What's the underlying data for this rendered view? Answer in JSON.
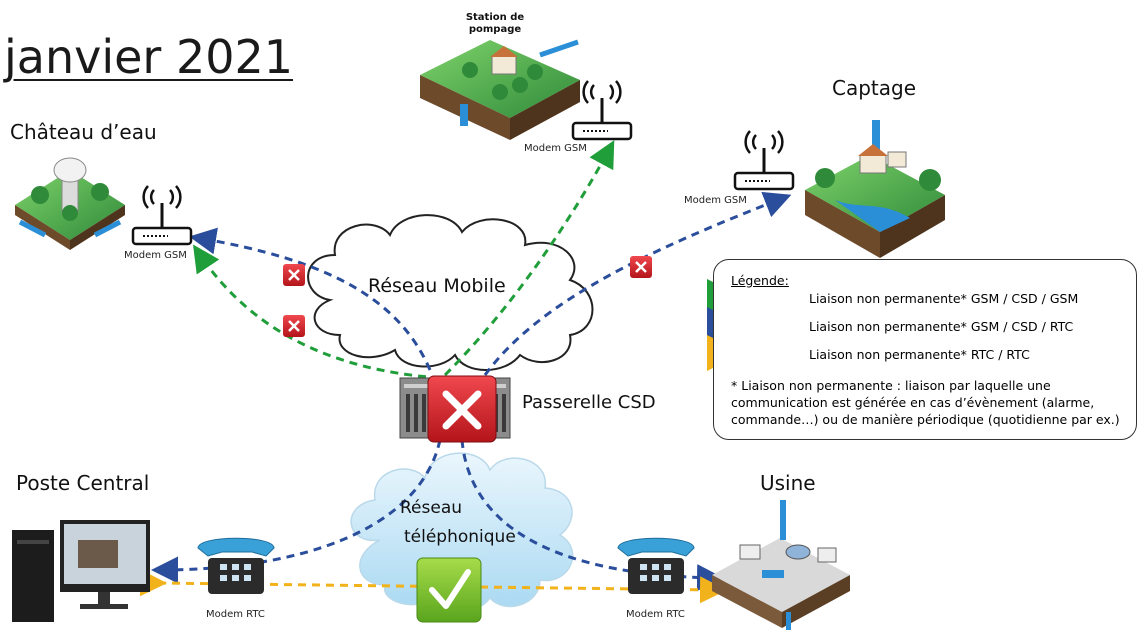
{
  "title": "janvier 2021",
  "sites": {
    "chateau": "Château d’eau",
    "station": "Station de pompage",
    "captage": "Captage",
    "poste": "Poste Central",
    "usine": "Usine"
  },
  "clouds": {
    "mobile": "Réseau Mobile",
    "phone_line1": "Réseau",
    "phone_line2": "téléphonique"
  },
  "gateway": "Passerelle CSD",
  "modems": {
    "gsm": "Modem GSM",
    "rtc": "Modem RTC"
  },
  "legend": {
    "title": "Légende:",
    "rows": [
      "Liaison non permanente* GSM / CSD / GSM",
      "Liaison non permanente* GSM / CSD / RTC",
      "Liaison non permanente* RTC / RTC"
    ],
    "note": "* Liaison non permanente : liaison par laquelle une communication est générée en cas d’évènement (alarme, commande…) ou de manière périodique (quotidienne par ex.)"
  },
  "colors": {
    "gsm_gsm": "#1f9e3a",
    "gsm_rtc": "#2a4d9c",
    "rtc_rtc": "#f2b21b",
    "cross_red": "#cf2027",
    "check_green": "#7cbf2a"
  }
}
